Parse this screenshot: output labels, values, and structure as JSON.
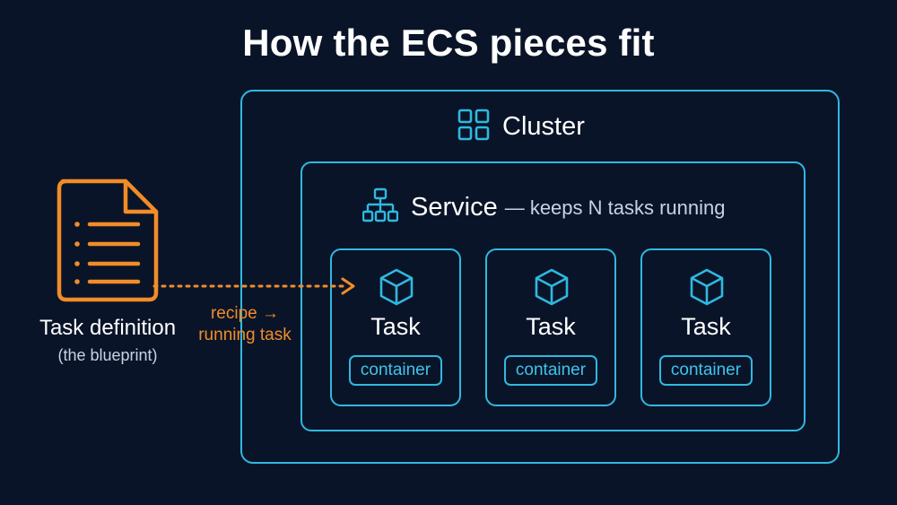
{
  "title": "How the ECS pieces fit",
  "cluster": {
    "label": "Cluster",
    "icon": "grid-icon"
  },
  "service": {
    "label": "Service",
    "description": "— keeps N tasks running",
    "icon": "hierarchy-icon"
  },
  "tasks": [
    {
      "label": "Task",
      "container": "container",
      "icon": "cube-icon"
    },
    {
      "label": "Task",
      "container": "container",
      "icon": "cube-icon"
    },
    {
      "label": "Task",
      "container": "container",
      "icon": "cube-icon"
    }
  ],
  "task_definition": {
    "title": "Task definition",
    "subtitle": "(the blueprint)",
    "icon": "document-icon"
  },
  "arrow": {
    "line1": "recipe →",
    "line2": "running task"
  },
  "colors": {
    "background": "#0a1428",
    "accent_blue": "#2fb9e0",
    "accent_orange": "#f28c28",
    "text": "#ffffff",
    "muted_text": "#c7d3e3"
  }
}
